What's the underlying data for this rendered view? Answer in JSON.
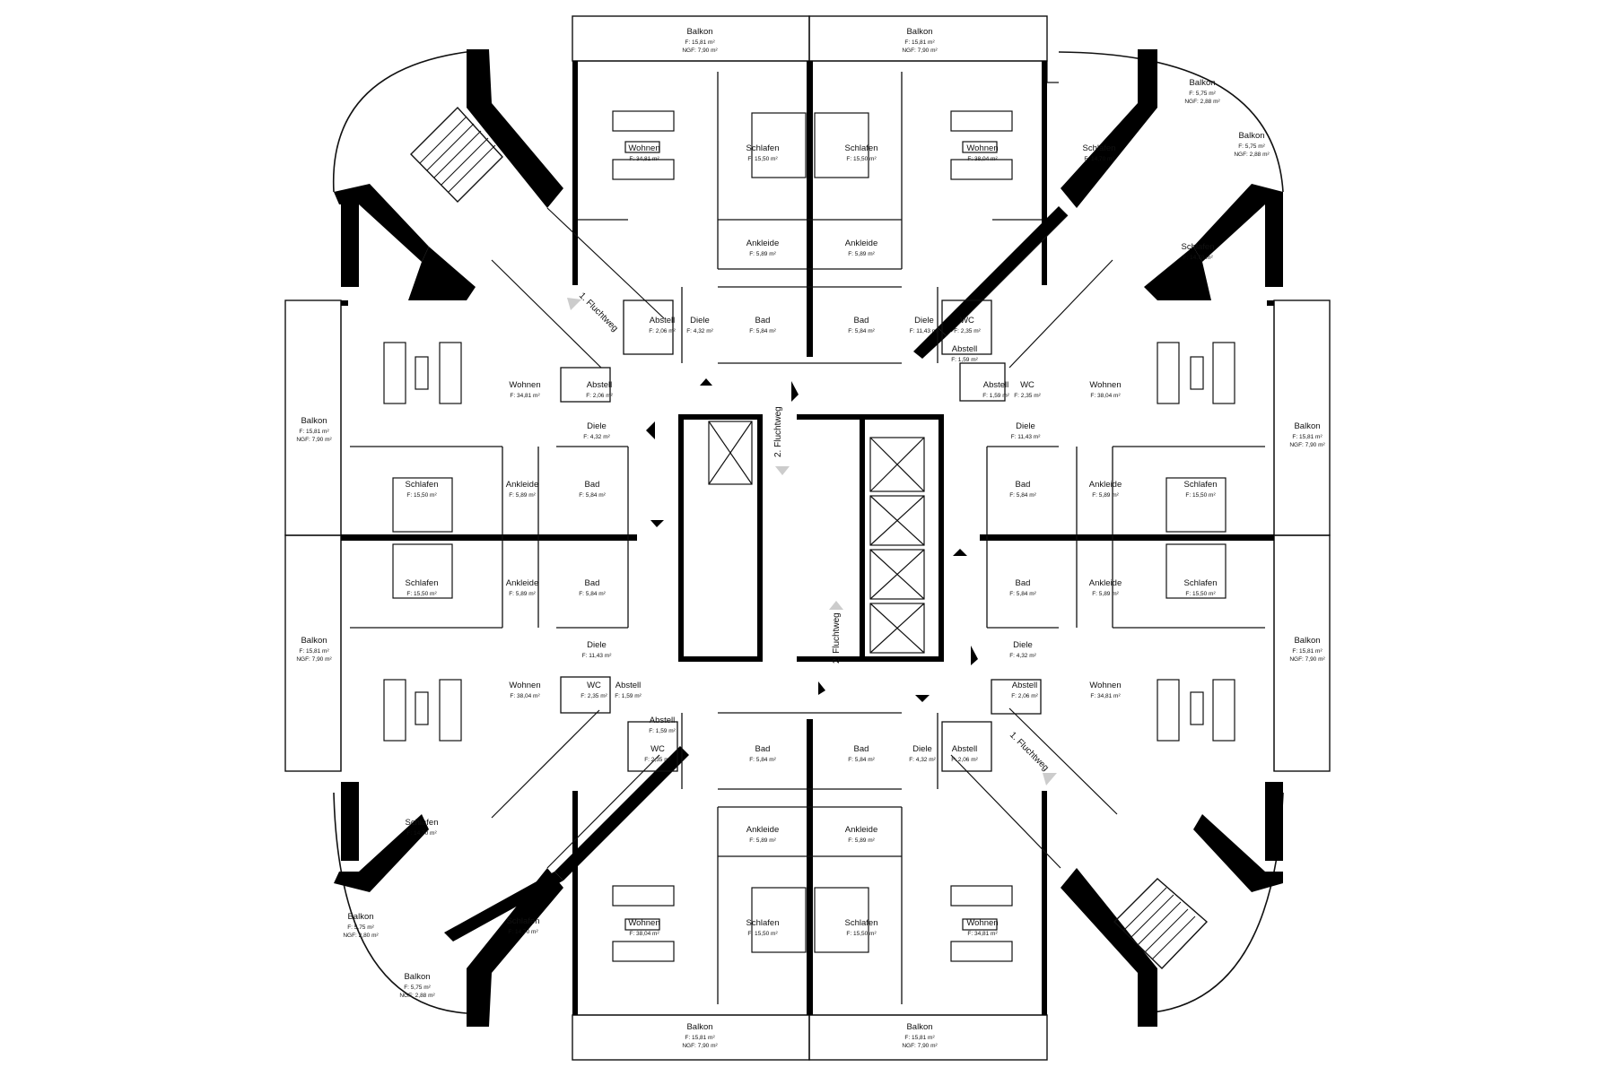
{
  "plan": {
    "colors": {
      "wall": "#000000",
      "thin_line": "#111111",
      "background": "#ffffff",
      "text": "#111111",
      "arrow": "#cccccc"
    },
    "routes": {
      "escape_1": "1. Fluchtweg",
      "escape_2": "2. Fluchtweg"
    },
    "rooms": [
      {
        "name": "Balkon",
        "area": "F:  15,81 m²",
        "ngf": "NGF: 7,90 m²"
      },
      {
        "name": "Balkon",
        "area": "F:  15,81 m²",
        "ngf": "NGF: 7,90 m²"
      },
      {
        "name": "Balkon",
        "area": "F:   5,75 m²",
        "ngf": "NGF: 2,88 m²"
      },
      {
        "name": "Balkon",
        "area": "F:   5,75 m²",
        "ngf": "NGF: 2,88 m²"
      },
      {
        "name": "Wohnen",
        "area": "F: 34,81 m²"
      },
      {
        "name": "Schlafen",
        "area": "F:  15,50 m²"
      },
      {
        "name": "Schlafen",
        "area": "F:  15,50 m²"
      },
      {
        "name": "Wohnen",
        "area": "F: 38,04 m²"
      },
      {
        "name": "Schlafen",
        "area": "F:  14,70 m²"
      },
      {
        "name": "Schlafen",
        "area": "F:  14,70 m²"
      },
      {
        "name": "Ankleide",
        "area": "F:    5,89 m²"
      },
      {
        "name": "Ankleide",
        "area": "F:    5,89 m²"
      },
      {
        "name": "Abstell",
        "area": "F: 2,06 m²"
      },
      {
        "name": "Diele",
        "area": "F: 4,32 m²"
      },
      {
        "name": "Bad",
        "area": "F: 5,84 m²"
      },
      {
        "name": "Bad",
        "area": "F: 5,84 m²"
      },
      {
        "name": "Diele",
        "area": "F: 11,43 m²"
      },
      {
        "name": "WC",
        "area": "F: 2,35 m²"
      },
      {
        "name": "Abstell",
        "area": "F: 1,59 m²"
      },
      {
        "name": "Wohnen",
        "area": "F: 34,81 m²"
      },
      {
        "name": "Abstell",
        "area": "F: 2,06 m²"
      },
      {
        "name": "Diele",
        "area": "F: 4,32 m²"
      },
      {
        "name": "Balkon",
        "area": "F:  15,81 m²",
        "ngf": "NGF: 7,90 m²"
      },
      {
        "name": "Schlafen",
        "area": "F:  15,50 m²"
      },
      {
        "name": "Ankleide",
        "area": "F:    5,89 m²"
      },
      {
        "name": "Bad",
        "area": "F: 5,84 m²"
      },
      {
        "name": "Schlafen",
        "area": "F:  15,50 m²"
      },
      {
        "name": "Ankleide",
        "area": "F:    5,89 m²"
      },
      {
        "name": "Bad",
        "area": "F: 5,84 m²"
      },
      {
        "name": "Balkon",
        "area": "F:  15,81 m²",
        "ngf": "NGF: 7,90 m²"
      },
      {
        "name": "Diele",
        "area": "F: 11,43 m²"
      },
      {
        "name": "Wohnen",
        "area": "F: 38,04 m²"
      },
      {
        "name": "WC",
        "area": "F: 2,35 m²"
      },
      {
        "name": "Abstell",
        "area": "F: 1,59 m²"
      },
      {
        "name": "Abstell",
        "area": "F: 1,59 m²"
      },
      {
        "name": "WC",
        "area": "F: 2,35 m²"
      },
      {
        "name": "Wohnen",
        "area": "F: 38,04 m²"
      },
      {
        "name": "Abstell",
        "area": "F: 1,59 m²"
      },
      {
        "name": "WC",
        "area": "F: 2,35 m²"
      },
      {
        "name": "Diele",
        "area": "F: 11,43 m²"
      },
      {
        "name": "Balkon",
        "area": "F:  15,81 m²",
        "ngf": "NGF: 7,90 m²"
      },
      {
        "name": "Schlafen",
        "area": "F:  15,50 m²"
      },
      {
        "name": "Ankleide",
        "area": "F:    5,89 m²"
      },
      {
        "name": "Bad",
        "area": "F: 5,84 m²"
      },
      {
        "name": "Schlafen",
        "area": "F:  15,50 m²"
      },
      {
        "name": "Ankleide",
        "area": "F:    5,89 m²"
      },
      {
        "name": "Bad",
        "area": "F: 5,84 m²"
      },
      {
        "name": "Balkon",
        "area": "F:  15,81 m²",
        "ngf": "NGF: 7,90 m²"
      },
      {
        "name": "Diele",
        "area": "F: 4,32 m²"
      },
      {
        "name": "Abstell",
        "area": "F: 2,06 m²"
      },
      {
        "name": "Wohnen",
        "area": "F: 34,81 m²"
      },
      {
        "name": "Bad",
        "area": "F: 5,84 m²"
      },
      {
        "name": "Bad",
        "area": "F: 5,84 m²"
      },
      {
        "name": "Diele",
        "area": "F: 4,32 m²"
      },
      {
        "name": "Abstell",
        "area": "F: 2,06 m²"
      },
      {
        "name": "Ankleide",
        "area": "F:    5,89 m²"
      },
      {
        "name": "Ankleide",
        "area": "F:    5,89 m²"
      },
      {
        "name": "Wohnen",
        "area": "F: 38,04 m²"
      },
      {
        "name": "Schlafen",
        "area": "F:  15,50 m²"
      },
      {
        "name": "Schlafen",
        "area": "F:  15,50 m²"
      },
      {
        "name": "Wohnen",
        "area": "F: 34,81 m²"
      },
      {
        "name": "Schlafen",
        "area": "F:  14,70 m²"
      },
      {
        "name": "Schlafen",
        "area": "F:  14,70 m²"
      },
      {
        "name": "Balkon",
        "area": "F:   5,75 m²",
        "ngf": "NGF: 2,80 m²"
      },
      {
        "name": "Balkon",
        "area": "F:   5,75 m²",
        "ngf": "NGF: 2,88 m²"
      },
      {
        "name": "Balkon",
        "area": "F:  15,81 m²",
        "ngf": "NGF: 7,90 m²"
      },
      {
        "name": "Balkon",
        "area": "F:  15,81 m²",
        "ngf": "NGF: 7,90 m²"
      }
    ]
  }
}
